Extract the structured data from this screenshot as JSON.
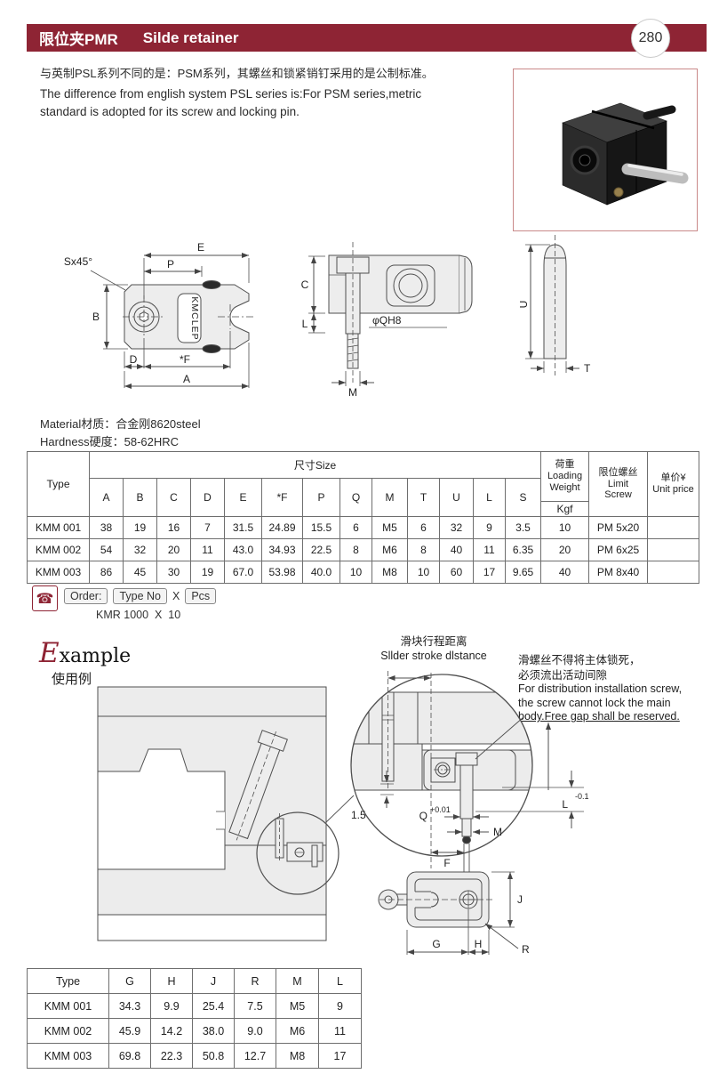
{
  "header": {
    "page_no": "280",
    "title_cn": "限位夹PMR",
    "title_en": "Silde retainer"
  },
  "intro": {
    "cn": "与英制PSL系列不同的是：PSM系列，其螺丝和锁紧销钉采用的是公制标准。",
    "en1": "The difference from english system PSL series is:For PSM series,metric",
    "en2": "standard is adopted for its screw and locking pin."
  },
  "specs": {
    "material": "Material材质：合金刚8620steel",
    "hardness": "Hardness硬度：58-62HRC"
  },
  "drawings": {
    "plan": {
      "e": "E",
      "p": "P",
      "sx": "Sx45°",
      "b": "B",
      "d": "D",
      "f": "*F",
      "a": "A",
      "brand": "KMCLEP"
    },
    "side": {
      "c": "C",
      "l": "L",
      "hole": "φQH8",
      "m": "M"
    },
    "pin": {
      "u": "U",
      "t": "T"
    }
  },
  "size_table": {
    "col_type": "Type",
    "col_size": "尺寸Size",
    "col_loading": "荷重\nLoading\nWeight",
    "col_kgf": "Kgf",
    "col_screw": "限位螺丝\nLimit\nScrew",
    "col_price": "单价¥\nUnit price",
    "dims": [
      "A",
      "B",
      "C",
      "D",
      "E",
      "*F",
      "P",
      "Q",
      "M",
      "T",
      "U",
      "L",
      "S"
    ],
    "rows": [
      [
        "KMM 001",
        "38",
        "19",
        "16",
        "7",
        "31.5",
        "24.89",
        "15.5",
        "6",
        "M5",
        "6",
        "32",
        "9",
        "3.5",
        "10",
        "PM 5x20",
        ""
      ],
      [
        "KMM 002",
        "54",
        "32",
        "20",
        "11",
        "43.0",
        "34.93",
        "22.5",
        "8",
        "M6",
        "8",
        "40",
        "11",
        "6.35",
        "20",
        "PM 6x25",
        ""
      ],
      [
        "KMM 003",
        "86",
        "45",
        "30",
        "19",
        "67.0",
        "53.98",
        "40.0",
        "10",
        "M8",
        "10",
        "60",
        "17",
        "9.65",
        "40",
        "PM 8x40",
        ""
      ]
    ]
  },
  "order": {
    "label": "Order:",
    "type_no": "Type No",
    "x": "X",
    "pcs": "Pcs",
    "sample": "KMR 1000  X  10",
    "phone_glyph": "☎"
  },
  "example": {
    "title_initial": "E",
    "title_rest": "xample",
    "subtitle": "使用例",
    "stroke_cn": "滑块行程距离",
    "stroke_en": "Sllder stroke dlstance",
    "note_cn1": "滑螺丝不得将主体锁死，",
    "note_cn2": "必须流出活动间隙",
    "note_en1": "For distribution installation screw,",
    "note_en2": "the screw cannot lock the main",
    "note_en3": "body.Free gap shall be reserved.",
    "dims": {
      "gap": "1.5",
      "q": "Q",
      "q_tol": "+0.01",
      "m": "M",
      "f": "F",
      "l": "L",
      "l_tol": "-0.1",
      "g": "G",
      "h": "H",
      "j": "J",
      "r": "R"
    }
  },
  "bottom_table": {
    "headers": [
      "Type",
      "G",
      "H",
      "J",
      "R",
      "M",
      "L"
    ],
    "rows": [
      [
        "KMM 001",
        "34.3",
        "9.9",
        "25.4",
        "7.5",
        "M5",
        "9"
      ],
      [
        "KMM 002",
        "45.9",
        "14.2",
        "38.0",
        "9.0",
        "M6",
        "11"
      ],
      [
        "KMM 003",
        "69.8",
        "22.3",
        "50.8",
        "12.7",
        "M8",
        "17"
      ]
    ]
  },
  "colors": {
    "brand_red": "#8e2434"
  }
}
